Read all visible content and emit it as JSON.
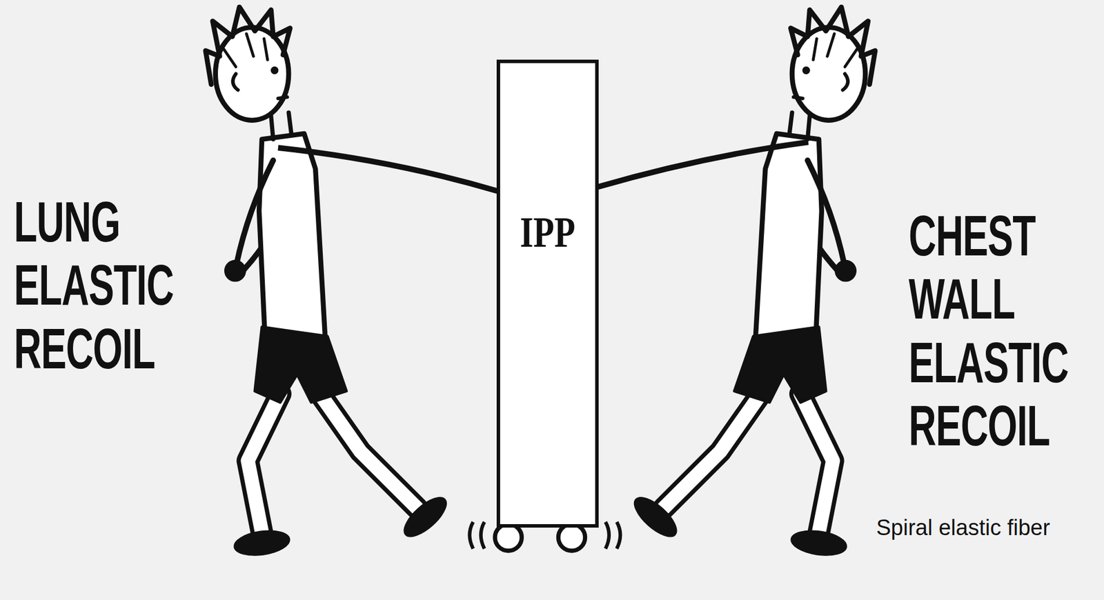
{
  "diagram": {
    "nodes": [
      {
        "text": [
          "IPP"
        ]
      }
    ],
    "labels": [
      "LUNG ELASTIC RECOIL",
      "CHEST WALL ELASTIC RECOIL",
      "Spiral elastic fiber"
    ]
  }
}
